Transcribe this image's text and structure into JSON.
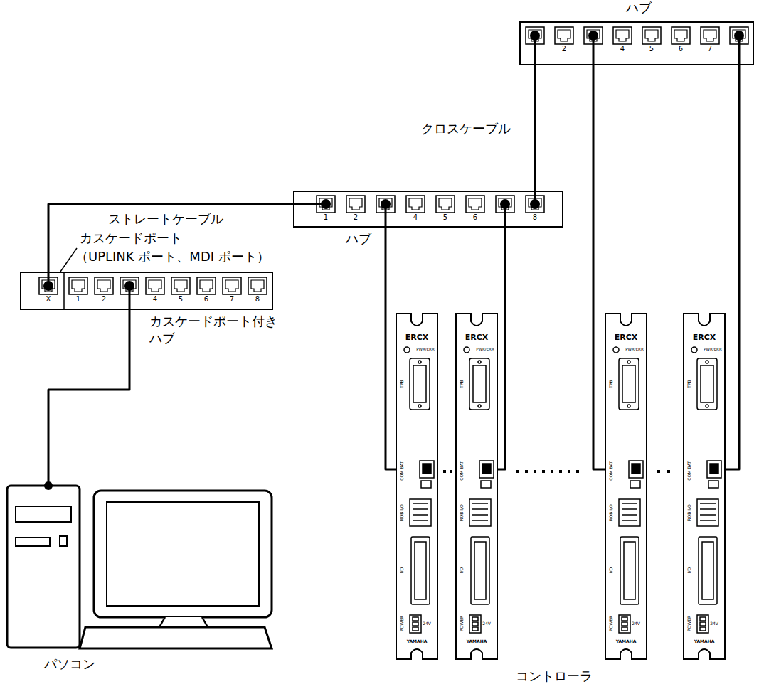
{
  "diagram": {
    "nodes": [
      {
        "text": [
          "ハブ"
        ]
      },
      {
        "text": [
          "ハブ"
        ]
      },
      {
        "text": [
          "カスケードポート付き ハブ"
        ]
      },
      {
        "text": [
          "パソコン"
        ]
      },
      {
        "text": [
          "ERCX",
          "PWR/ERR",
          "TPB",
          "COM BAT",
          "ROB I/O",
          "I/O",
          "POWER",
          "24V",
          "YAMAHA"
        ]
      },
      {
        "text": [
          "ERCX",
          "PWR/ERR",
          "TPB",
          "COM BAT",
          "ROB I/O",
          "I/O",
          "POWER",
          "24V",
          "YAMAHA"
        ]
      },
      {
        "text": [
          "ERCX",
          "PWR/ERR",
          "TPB",
          "COM BAT",
          "ROB I/O",
          "I/O",
          "POWER",
          "24V",
          "YAMAHA"
        ]
      },
      {
        "text": [
          "ERCX",
          "PWR/ERR",
          "TPB",
          "COM BAT",
          "ROB I/O",
          "I/O",
          "POWER",
          "24V",
          "YAMAHA"
        ]
      }
    ],
    "edges": [
      {
        "from": 2,
        "to": 1,
        "arrow": "none",
        "label": "ストレートケーブル"
      },
      {
        "from": 1,
        "to": 0,
        "arrow": "none",
        "label": "クロスケーブル"
      },
      {
        "from": 3,
        "to": 2,
        "arrow": "none"
      },
      {
        "from": 1,
        "to": 4,
        "arrow": "none"
      },
      {
        "from": 1,
        "to": 5,
        "arrow": "none"
      },
      {
        "from": 0,
        "to": 6,
        "arrow": "none"
      },
      {
        "from": 0,
        "to": 7,
        "arrow": "none"
      }
    ],
    "labels": [
      "カスケードポート",
      "（UPLINK ポート、MDI ポート）",
      "コントローラ",
      "2",
      "4",
      "5",
      "6",
      "7",
      "1",
      "2",
      "4",
      "5",
      "6",
      "8",
      "X",
      "1",
      "2",
      "4",
      "5",
      "6",
      "7",
      "8"
    ]
  }
}
